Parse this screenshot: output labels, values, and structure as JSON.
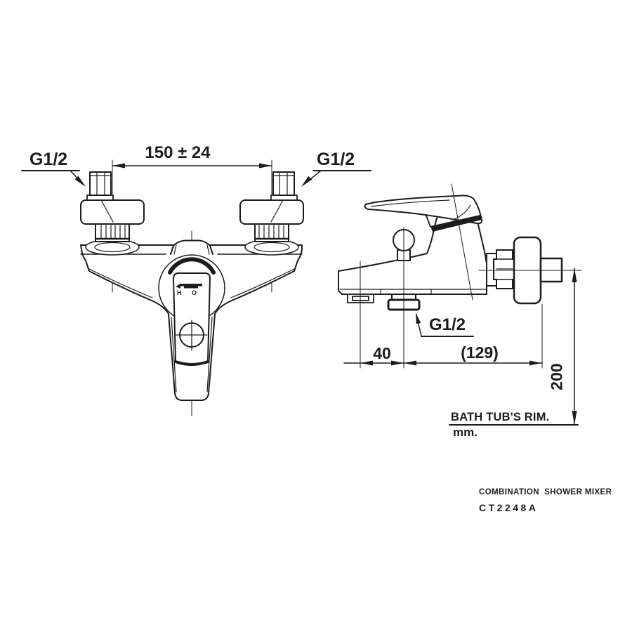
{
  "drawing": {
    "thread_label": "G1/2",
    "dimensions": {
      "center_distance": "150 ± 24",
      "spout_to_diverter": "40",
      "diverter_to_wall": "(129)",
      "height_above_rim": "200"
    },
    "reference_label": "BATH TUB'S RIM.",
    "unit_label": "mm.",
    "handle_markings": {
      "left": "H",
      "right": "O"
    },
    "title_block": {
      "product_name": "COMBINATION  SHOWER MIXER",
      "model_code": "CT2248A"
    },
    "colors": {
      "line": "#1c1c1c",
      "background": "#ffffff"
    }
  }
}
